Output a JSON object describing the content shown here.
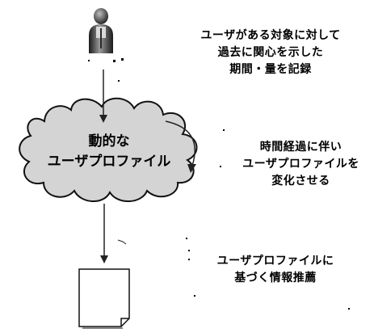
{
  "cloud": {
    "line1": "動的な",
    "line2": "ユーザプロファイル"
  },
  "captions": {
    "top": [
      "ユーザがある対象に対して",
      "過去に関心を示した",
      "期間・量を記録"
    ],
    "middle": [
      "時間経過に伴い",
      "ユーザプロファイルを",
      "変化させる"
    ],
    "bottom": [
      "ユーザプロファイルに",
      "基づく情報推薦"
    ]
  },
  "icons": {
    "user": "user-icon",
    "document": "document-icon",
    "cloud": "cloud-shape"
  }
}
